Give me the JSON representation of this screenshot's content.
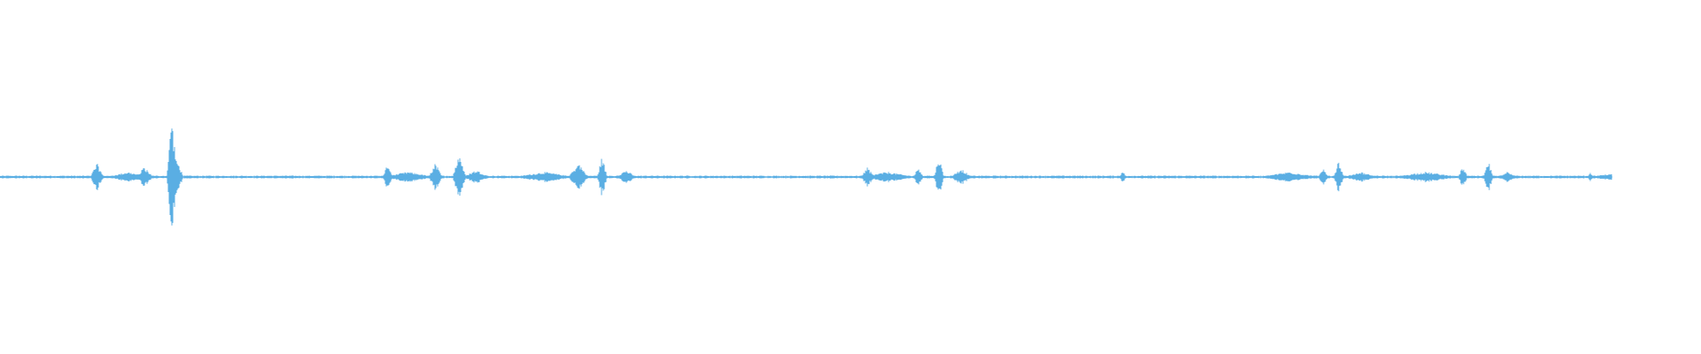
{
  "waveform": {
    "color": "#5aaee3",
    "background": "#ffffff",
    "bursts": [
      {
        "position": 0.057,
        "width": 0.004,
        "amplitude": 0.04
      },
      {
        "position": 0.075,
        "width": 0.012,
        "amplitude": 0.015
      },
      {
        "position": 0.085,
        "width": 0.005,
        "amplitude": 0.03
      },
      {
        "position": 0.101,
        "width": 0.003,
        "amplitude": 0.2
      },
      {
        "position": 0.104,
        "width": 0.004,
        "amplitude": 0.05
      },
      {
        "position": 0.228,
        "width": 0.003,
        "amplitude": 0.04
      },
      {
        "position": 0.24,
        "width": 0.016,
        "amplitude": 0.015
      },
      {
        "position": 0.256,
        "width": 0.004,
        "amplitude": 0.04
      },
      {
        "position": 0.27,
        "width": 0.004,
        "amplitude": 0.07
      },
      {
        "position": 0.28,
        "width": 0.008,
        "amplitude": 0.02
      },
      {
        "position": 0.32,
        "width": 0.018,
        "amplitude": 0.015
      },
      {
        "position": 0.34,
        "width": 0.006,
        "amplitude": 0.04
      },
      {
        "position": 0.354,
        "width": 0.003,
        "amplitude": 0.06
      },
      {
        "position": 0.368,
        "width": 0.006,
        "amplitude": 0.02
      },
      {
        "position": 0.51,
        "width": 0.004,
        "amplitude": 0.03
      },
      {
        "position": 0.522,
        "width": 0.016,
        "amplitude": 0.015
      },
      {
        "position": 0.54,
        "width": 0.003,
        "amplitude": 0.03
      },
      {
        "position": 0.552,
        "width": 0.003,
        "amplitude": 0.06
      },
      {
        "position": 0.565,
        "width": 0.006,
        "amplitude": 0.025
      },
      {
        "position": 0.66,
        "width": 0.002,
        "amplitude": 0.02
      },
      {
        "position": 0.758,
        "width": 0.018,
        "amplitude": 0.015
      },
      {
        "position": 0.778,
        "width": 0.003,
        "amplitude": 0.03
      },
      {
        "position": 0.787,
        "width": 0.003,
        "amplitude": 0.05
      },
      {
        "position": 0.8,
        "width": 0.01,
        "amplitude": 0.015
      },
      {
        "position": 0.838,
        "width": 0.02,
        "amplitude": 0.015
      },
      {
        "position": 0.86,
        "width": 0.003,
        "amplitude": 0.03
      },
      {
        "position": 0.875,
        "width": 0.003,
        "amplitude": 0.045
      },
      {
        "position": 0.886,
        "width": 0.006,
        "amplitude": 0.015
      },
      {
        "position": 0.935,
        "width": 0.002,
        "amplitude": 0.012
      },
      {
        "position": 0.95,
        "width": 0.016,
        "amplitude": 0.012
      }
    ]
  }
}
